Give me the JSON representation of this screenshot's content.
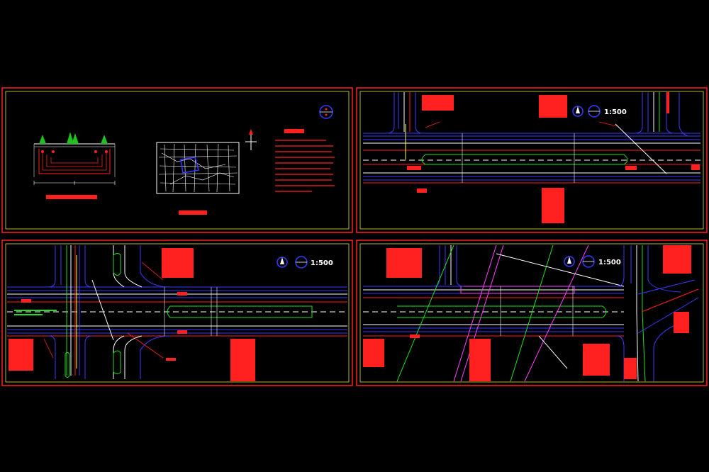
{
  "colors": {
    "background": "#000000",
    "frame_red": "#ff2020",
    "frame_yellow": "#e0e040",
    "road_blue": "#3a3aff",
    "road_red": "#ff2020",
    "road_white": "#ffffff",
    "road_green": "#20e020",
    "road_magenta": "#ff40ff",
    "road_yellow": "#ffff40",
    "road_cyan": "#40ffff"
  },
  "sheets": [
    {
      "id": "cross-section-and-location",
      "scale_label": ""
    },
    {
      "id": "plan-sheet-1",
      "scale_label": "1:500"
    },
    {
      "id": "plan-sheet-2",
      "scale_label": "1:500"
    },
    {
      "id": "plan-sheet-3",
      "scale_label": "1:500"
    }
  ]
}
